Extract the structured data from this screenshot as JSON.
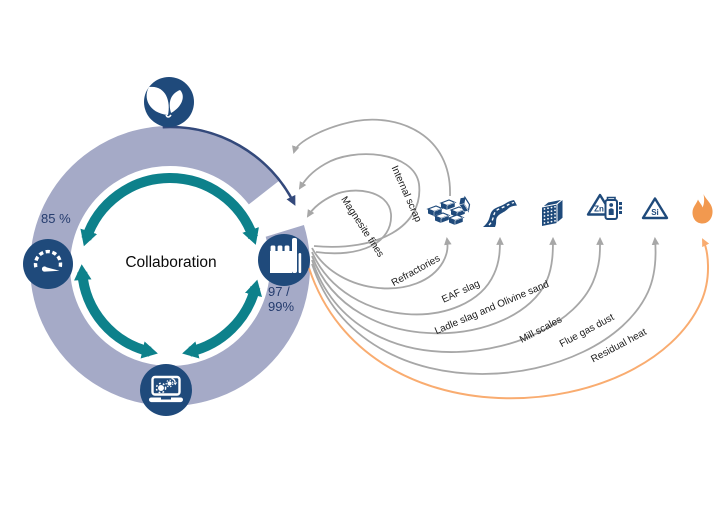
{
  "diagram": {
    "center_label": "Collaboration",
    "cycle": {
      "gauge_value": "85 %",
      "factory_value_line1": "97 /",
      "factory_value_line2": "99%",
      "icons": [
        {
          "name": "leaf-icon"
        },
        {
          "name": "gauge-icon"
        },
        {
          "name": "factory-icon"
        },
        {
          "name": "laptop-gears-icon"
        }
      ]
    },
    "internal_loops": [
      {
        "label": "Internal scrap"
      },
      {
        "label": "Magnesite fines"
      }
    ],
    "byproduct_streams": [
      {
        "label": "Refractories",
        "icon": "bricks-pile-icon"
      },
      {
        "label": "EAF slag",
        "icon": "road-icon"
      },
      {
        "label": "Ladle slag and Olivine sand",
        "icon": "perforated-block-icon"
      },
      {
        "label": "Mill scales",
        "icon": "zinc-recycling-container-icon",
        "icon_text": "Zn"
      },
      {
        "label": "Flue gas dust",
        "icon": "silicon-recycling-icon",
        "icon_text": "Si"
      },
      {
        "label": "Residual heat",
        "icon": "flame-icon"
      }
    ],
    "colors": {
      "navy": "#1F4A7B",
      "ring_purple": "#A5AAC7",
      "ring_border_navy": "#33497B",
      "teal": "#0D818B",
      "arrow_gray": "#A7A7A7",
      "arrow_orange": "#F9AC70",
      "flame_orange": "#F2994F",
      "value_text_navy": "#253C6E",
      "label_text": "#1A1A1A"
    }
  }
}
